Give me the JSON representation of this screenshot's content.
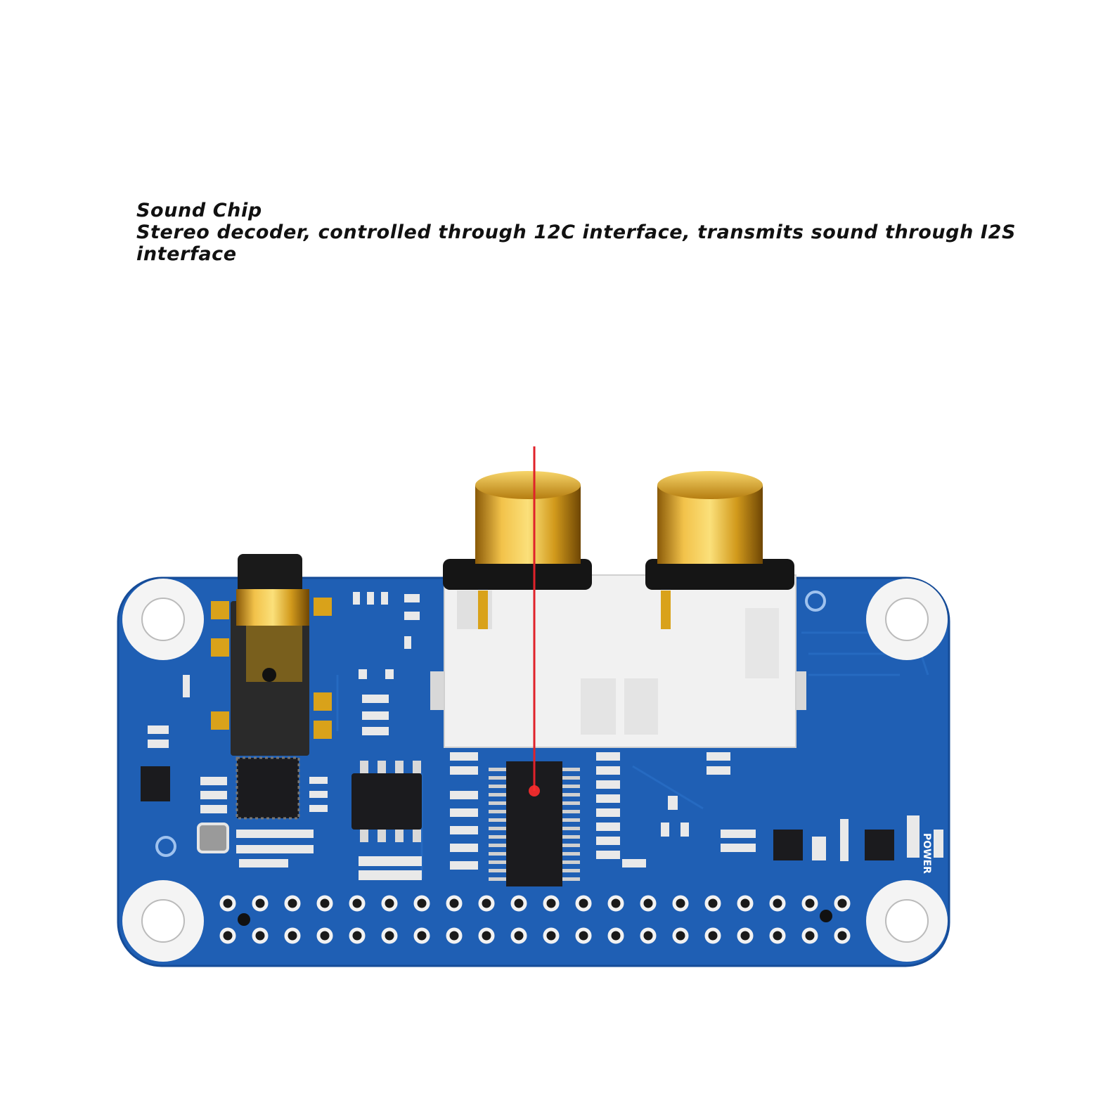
{
  "caption": {
    "title": "Sound Chip",
    "line1": "Stereo decoder, controlled through 12C interface, transmits sound through I2S",
    "line2": "interface"
  },
  "board": {
    "silkscreen_power": "POWER",
    "colors": {
      "pcb": "#1f5fb4",
      "pcb_edge": "#17509f",
      "gold": "#d9a21a",
      "annotation_line": "#e0222a",
      "ic": "#1b1b1e",
      "connector_housing": "#f1f1f1"
    }
  },
  "annotation": {
    "target": "sound-chip",
    "marker": "red-dot"
  }
}
